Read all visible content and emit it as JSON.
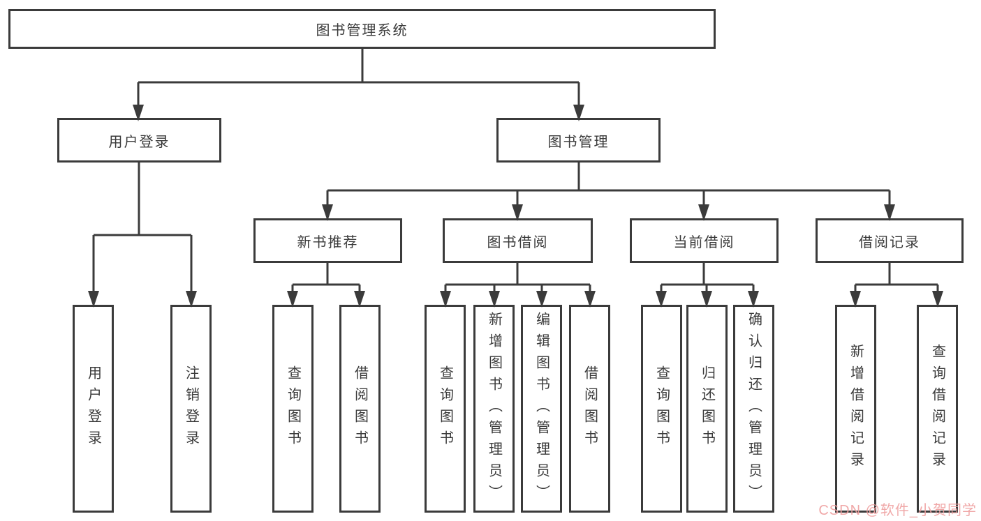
{
  "diagram": {
    "root": {
      "label": "图书管理系统"
    },
    "level2": [
      {
        "label": "用户登录"
      },
      {
        "label": "图书管理"
      }
    ],
    "level3": [
      {
        "label": "新书推荐"
      },
      {
        "label": "图书借阅"
      },
      {
        "label": "当前借阅"
      },
      {
        "label": "借阅记录"
      }
    ],
    "leaves": {
      "user_login": [
        {
          "label": "用户登录"
        },
        {
          "label": "注销登录"
        }
      ],
      "new_book_recommend": [
        {
          "label": "查询图书"
        },
        {
          "label": "借阅图书"
        }
      ],
      "book_borrow": [
        {
          "label": "查询图书"
        },
        {
          "label": "新增图书（管理员）"
        },
        {
          "label": "编辑图书（管理员）"
        },
        {
          "label": "借阅图书"
        }
      ],
      "current_borrow": [
        {
          "label": "查询图书"
        },
        {
          "label": "归还图书"
        },
        {
          "label": "确认归还（管理员）"
        }
      ],
      "borrow_records": [
        {
          "label": "新增借阅记录"
        },
        {
          "label": "查询借阅记录"
        }
      ]
    }
  },
  "watermark": {
    "text": "CSDN @软件_小贺同学",
    "color": "#ef9f9f"
  },
  "colors": {
    "line": "#3b3b3b",
    "box_border": "#3b3b3b",
    "box_bg": "#ffffff",
    "text": "#3a3a3a"
  }
}
